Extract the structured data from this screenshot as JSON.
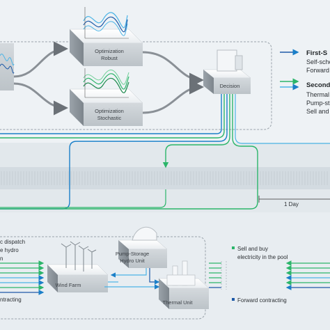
{
  "optimization": {
    "robust": {
      "line1": "Optimization",
      "line2": "Robust"
    },
    "stochastic": {
      "line1": "Optimization",
      "line2": "Stochastic"
    }
  },
  "decision": {
    "label": "Decision"
  },
  "legend": {
    "first": {
      "title": "First-S",
      "line1": "Self-sche",
      "line2": "Forward"
    },
    "second": {
      "title": "Second",
      "line1": "Thermal",
      "line2": "Pump-st",
      "line3": "Sell and"
    }
  },
  "timeline": {
    "label": "1 Day"
  },
  "bottom_left": {
    "line1": "c dispatch",
    "line2": "e hydro",
    "line3": "n",
    "line4": "ntracting"
  },
  "units": {
    "wind": "Wind Farm",
    "pump": {
      "line1": "Pump-Storage",
      "line2": "Hydro Unit"
    },
    "thermal": "Thermal Unit"
  },
  "market": {
    "line1": "Sell and buy",
    "line2": "electricity in the pool",
    "forward": "Forward contracting"
  },
  "colors": {
    "blue": "#1a7fc8",
    "dark_blue": "#1e5aa8",
    "green": "#2bb56a",
    "light_blue": "#4bb4e6",
    "panel": "#dde5eb"
  }
}
